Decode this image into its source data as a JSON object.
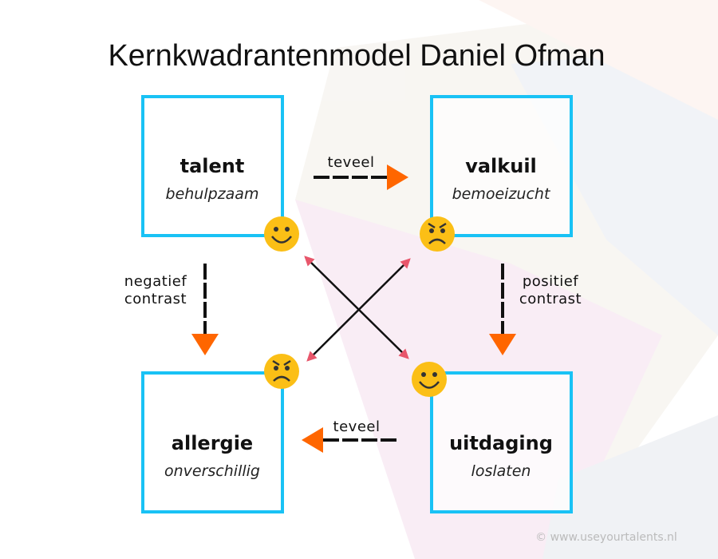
{
  "title": "Kernkwadrantenmodel Daniel Ofman",
  "quadrants": {
    "talent": {
      "heading": "talent",
      "example": "behulpzaam",
      "face": "happy"
    },
    "valkuil": {
      "heading": "valkuil",
      "example": "bemoeizucht",
      "face": "angry"
    },
    "allergie": {
      "heading": "allergie",
      "example": "onverschillig",
      "face": "angry"
    },
    "uitdaging": {
      "heading": "uitdaging",
      "example": "loslaten",
      "face": "happy"
    }
  },
  "arrows": {
    "top": "teveel",
    "bottom": "teveel",
    "left": [
      "negatief",
      "contrast"
    ],
    "right": [
      "positief",
      "contrast"
    ]
  },
  "footer": "© www.useyourtalents.nl",
  "colors": {
    "box": "#19c2f5",
    "arrow": "#ff6600",
    "face": "#fbbf16",
    "cross_head": "#e8566b"
  }
}
